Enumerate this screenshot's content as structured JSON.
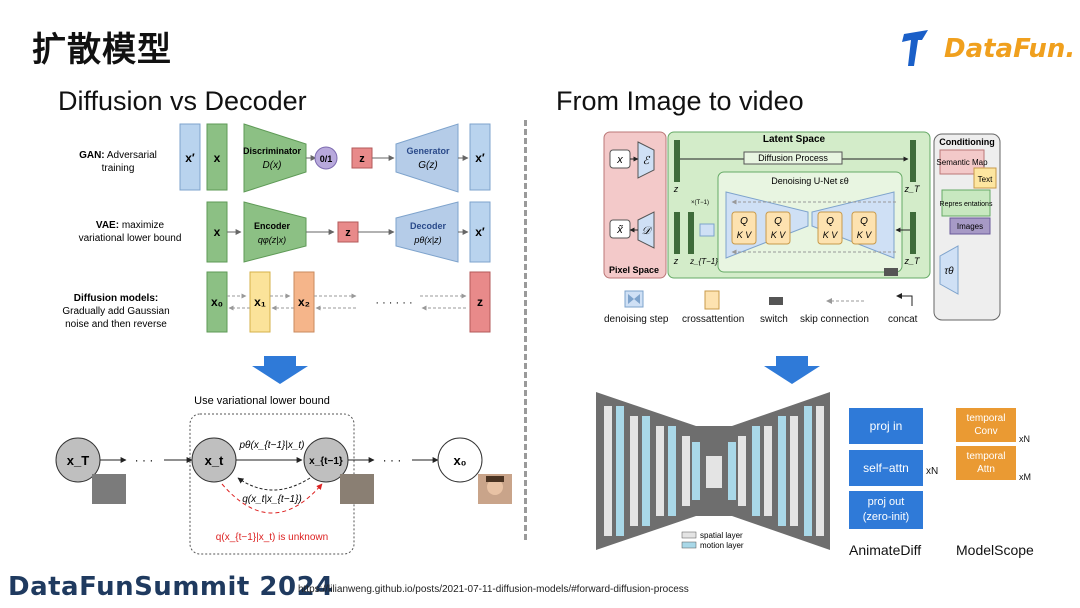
{
  "slide": {
    "title": "扩散模型",
    "left_heading": "Diffusion vs Decoder",
    "right_heading": "From Image to video",
    "footer_brand": "DataFunSummit 2024",
    "footer_url": "https://lilianweng.github.io/posts/2021-07-11-diffusion-models/#forward-diffusion-process",
    "logo_text": "DataFun."
  },
  "gan": {
    "label_bold": "GAN:",
    "label_rest": "Adversarial",
    "label_line2": "training",
    "x_prime": "x′",
    "x": "x",
    "disc_title": "Discriminator",
    "disc_formula": "D(x)",
    "output": "0/1",
    "z": "z",
    "gen_title": "Generator",
    "gen_formula": "G(z)",
    "x_prime_out": "x′"
  },
  "vae": {
    "label_bold": "VAE:",
    "label_rest": "maximize",
    "label_line2": "variational lower bound",
    "x": "x",
    "enc_title": "Encoder",
    "enc_formula": "qφ(z|x)",
    "z": "z",
    "dec_title": "Decoder",
    "dec_formula": "pθ(x|z)",
    "x_prime": "x′"
  },
  "diffusion": {
    "label_bold": "Diffusion models:",
    "label_line2": "Gradually add Gaussian",
    "label_line3": "noise and then reverse",
    "x0": "x₀",
    "x1": "x₁",
    "x2": "x₂",
    "dots": "· · · · · ·",
    "z": "z"
  },
  "markov": {
    "title": "Use variational lower bound",
    "xT": "x_T",
    "xt": "x_t",
    "xt1": "x_{t−1}",
    "x0": "x₀",
    "dots": "· · ·",
    "p_label": "pθ(x_{t−1}|x_t)",
    "q_label": "q(x_t|x_{t−1})",
    "unknown": "q(x_{t−1}|x_t) is unknown"
  },
  "ldm": {
    "latent_space": "Latent Space",
    "pixel_space": "Pixel Space",
    "conditioning": "Conditioning",
    "diffusion_process": "Diffusion Process",
    "unet": "Denoising U-Net εθ",
    "x": "x",
    "x_tilde": "x̃",
    "enc": "ℰ",
    "dec": "𝒟",
    "z": "z",
    "zT": "z_T",
    "zT1": "z_{T−1}",
    "zT2": "z_T",
    "z_low": "z",
    "tau": "τθ",
    "semantic": "Semantic Map",
    "text": "Text",
    "repr": "Repres entations",
    "images": "Images",
    "q": "Q",
    "kv": "K V",
    "legend": [
      "denoising step",
      "crossattention",
      "switch",
      "skip connection",
      "concat"
    ],
    "times": "×(T−1)"
  },
  "video": {
    "spatial_layer": "spatial layer",
    "motion_layer": "motion layer",
    "proj_in": "proj in",
    "self_attn": "self−attn",
    "proj_out_1": "proj out",
    "proj_out_2": "(zero-init)",
    "xN_left": "xN",
    "temporal_conv_1": "temporal",
    "temporal_conv_2": "Conv",
    "temporal_attn_1": "temporal",
    "temporal_attn_2": "Attn",
    "xN_right": "xN",
    "xM": "xM",
    "animatediff": "AnimateDiff",
    "modelscope": "ModelScope"
  },
  "colors": {
    "blue_arrow": "#2f7ad8",
    "gan_green": "#8cc084",
    "light_blue": "#b9d3ee",
    "vae_blue": "#b5cce8",
    "red_block": "#e88a8a",
    "yellow_block": "#fbe39a",
    "orange_block": "#f5b58a",
    "proj_blue": "#2f7ad8",
    "temporal_orange": "#ea9a33",
    "brand_navy": "#1f3a5f",
    "datafun_orange": "#f0a01e"
  }
}
